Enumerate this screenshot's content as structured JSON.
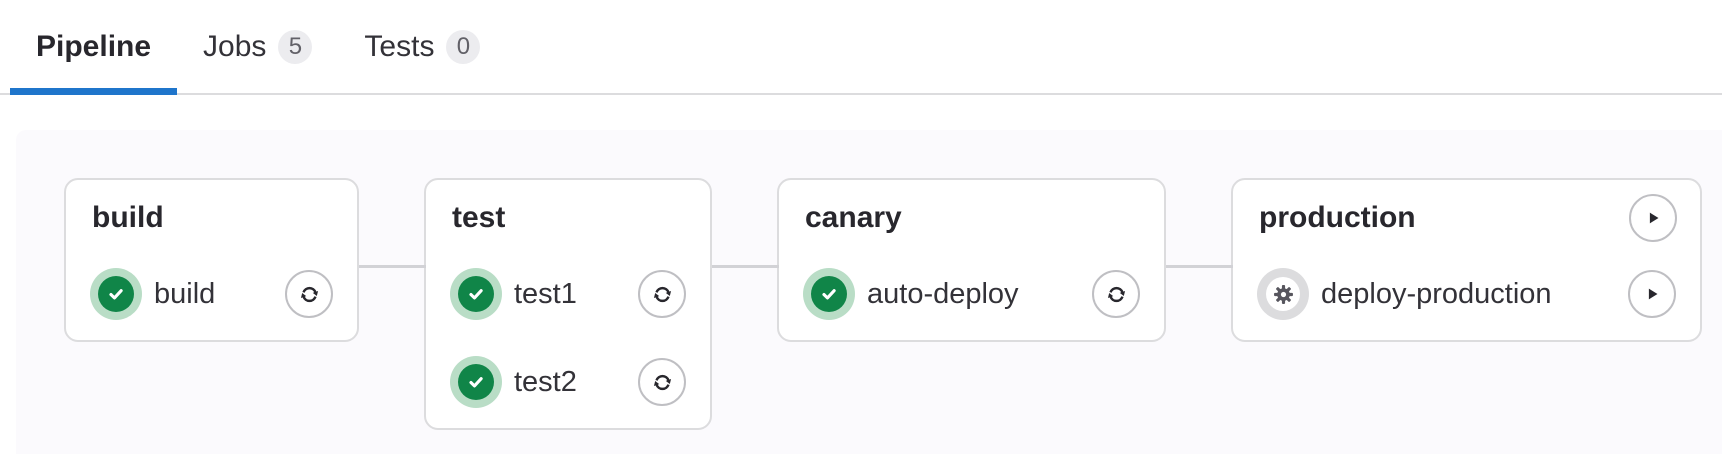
{
  "tabbar": {
    "tabs": [
      {
        "label": "Pipeline",
        "badge": null,
        "active": true
      },
      {
        "label": "Jobs",
        "badge": "5",
        "active": false
      },
      {
        "label": "Tests",
        "badge": "0",
        "active": false
      }
    ]
  },
  "pipeline_graph": {
    "stages": [
      {
        "name": "build",
        "stage_action": null,
        "jobs": [
          {
            "name": "build",
            "status": "success",
            "action": "retry"
          }
        ]
      },
      {
        "name": "test",
        "stage_action": null,
        "jobs": [
          {
            "name": "test1",
            "status": "success",
            "action": "retry"
          },
          {
            "name": "test2",
            "status": "success",
            "action": "retry"
          }
        ]
      },
      {
        "name": "canary",
        "stage_action": null,
        "jobs": [
          {
            "name": "auto-deploy",
            "status": "success",
            "action": "retry"
          }
        ]
      },
      {
        "name": "production",
        "stage_action": "play",
        "jobs": [
          {
            "name": "deploy-production",
            "status": "manual",
            "action": "play"
          }
        ]
      }
    ]
  },
  "colors": {
    "active_tab_indicator": "#1f75cb",
    "success_green": "#108548",
    "success_green_halo": "#b9ddc6",
    "manual_gray": "#dcdcde",
    "card_border": "#dcdcde",
    "connector": "#d2d2d6",
    "panel_bg": "#fbfafd",
    "badge_bg": "#ececef",
    "badge_text": "#626168",
    "text_dark": "#28272d",
    "text_body": "#333238"
  },
  "icons": {
    "success": "check-circle-icon",
    "manual": "gear-icon",
    "retry": "retry-icon",
    "play": "play-icon"
  }
}
